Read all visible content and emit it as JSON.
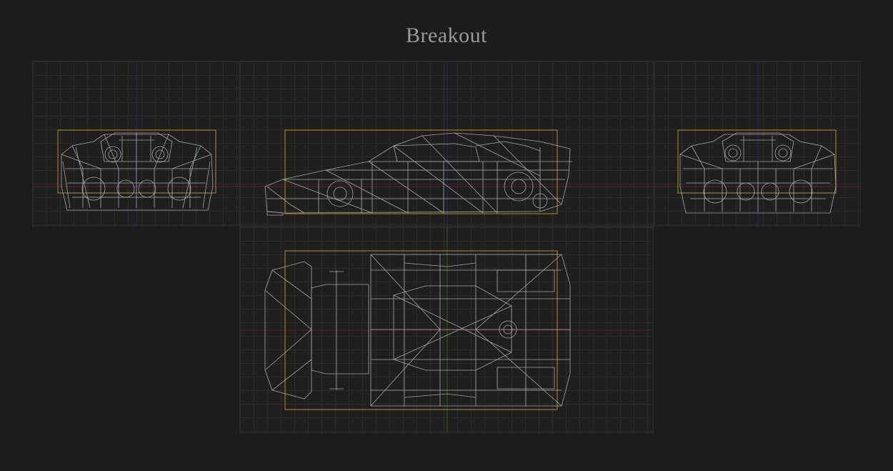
{
  "title": "Breakout",
  "colors": {
    "background": "#1c1c1c",
    "grid": "#2b2b2b",
    "wireframe": "#c8c8c8",
    "bounding_box": "#b88a2a",
    "axis_x": "#7a1e1e",
    "axis_y": "#1e2a7a",
    "axis_z": "#1e6a1e"
  },
  "views": [
    {
      "name": "front",
      "icon": "front-view-wireframe-icon"
    },
    {
      "name": "side",
      "icon": "side-view-wireframe-icon"
    },
    {
      "name": "rear",
      "icon": "rear-view-wireframe-icon"
    },
    {
      "name": "top",
      "icon": "top-view-wireframe-icon"
    }
  ]
}
